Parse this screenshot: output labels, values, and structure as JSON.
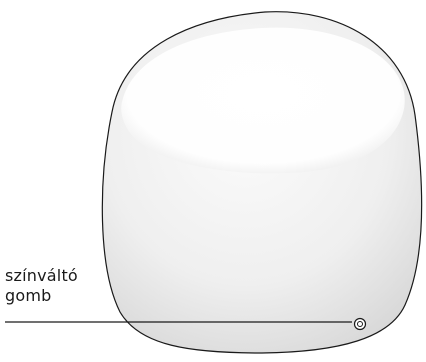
{
  "figure": {
    "subject": "lamp-device",
    "callouts": [
      {
        "text": "színváltó\ngomb",
        "target": "color-change-button"
      }
    ],
    "colors": {
      "outline": "#1a1a1a",
      "body_light": "#f7f7f7",
      "body_shade": "#d9d9d9",
      "highlight": "#ffffff",
      "leader_line": "#1a1a1a"
    }
  }
}
